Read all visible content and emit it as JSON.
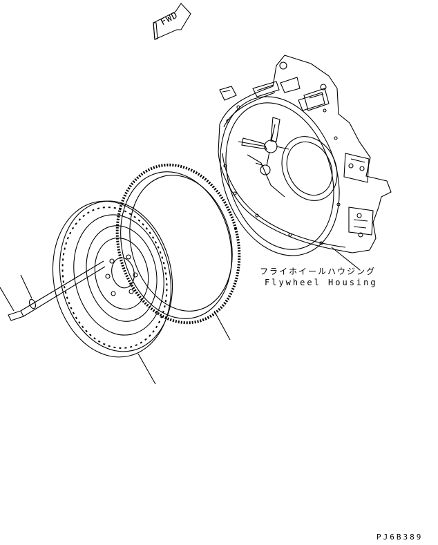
{
  "fwd_arrow": {
    "label": "FWD"
  },
  "callout": {
    "label_jp": "フライホイールハウジング",
    "label_en": "Flywheel Housing"
  },
  "drawing_code": "PJ6B389"
}
